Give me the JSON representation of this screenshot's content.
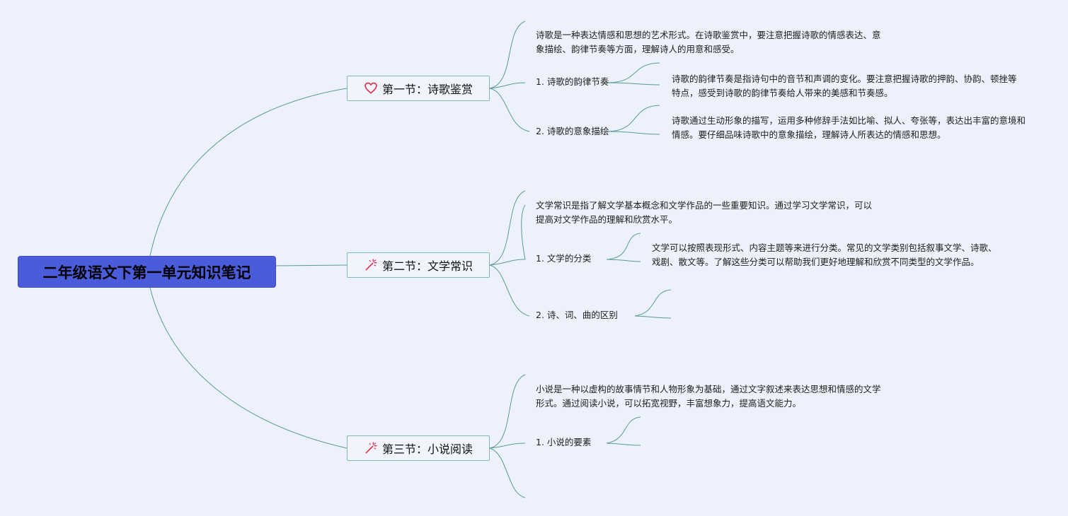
{
  "root": {
    "title": "二年级语文下第一单元知识笔记"
  },
  "sections": [
    {
      "title": "第一节：诗歌鉴赏",
      "icon": "heart-icon",
      "intro": "诗歌是一种表达情感和思想的艺术形式。在诗歌鉴赏中，要注意把握诗歌的情感表达、意象描绘、韵律节奏等方面，理解诗人的用意和感受。",
      "items": [
        {
          "label": "1. 诗歌的韵律节奏",
          "detail": "诗歌的韵律节奏是指诗句中的音节和声调的变化。要注意把握诗歌的押韵、协韵、顿挫等特点，感受到诗歌的韵律节奏给人带来的美感和节奏感。"
        },
        {
          "label": "2. 诗歌的意象描绘",
          "detail": "诗歌通过生动形象的描写，运用多种修辞手法如比喻、拟人、夸张等，表达出丰富的意境和情感。要仔细品味诗歌中的意象描绘，理解诗人所表达的情感和思想。"
        }
      ]
    },
    {
      "title": "第二节：文学常识",
      "icon": "magic-wand-icon",
      "intro": "文学常识是指了解文学基本概念和文学作品的一些重要知识。通过学习文学常识，可以提高对文学作品的理解和欣赏水平。",
      "items": [
        {
          "label": "1. 文学的分类",
          "detail": "文学可以按照表现形式、内容主题等来进行分类。常见的文学类别包括叙事文学、诗歌、戏剧、散文等。了解这些分类可以帮助我们更好地理解和欣赏不同类型的文学作品。"
        },
        {
          "label": "2. 诗、词、曲的区别",
          "detail": ""
        }
      ]
    },
    {
      "title": "第三节：小说阅读",
      "icon": "magic-wand-icon",
      "intro": "小说是一种以虚构的故事情节和人物形象为基础，通过文字叙述来表达思想和情感的文学形式。通过阅读小说，可以拓宽视野，丰富想象力，提高语文能力。",
      "items": [
        {
          "label": "1. 小说的要素",
          "detail": ""
        }
      ]
    }
  ],
  "colors": {
    "root_bg": "#4a5cd9",
    "line": "#5a9a9a",
    "heart": "#d9344a",
    "wand": "#e0304f"
  }
}
